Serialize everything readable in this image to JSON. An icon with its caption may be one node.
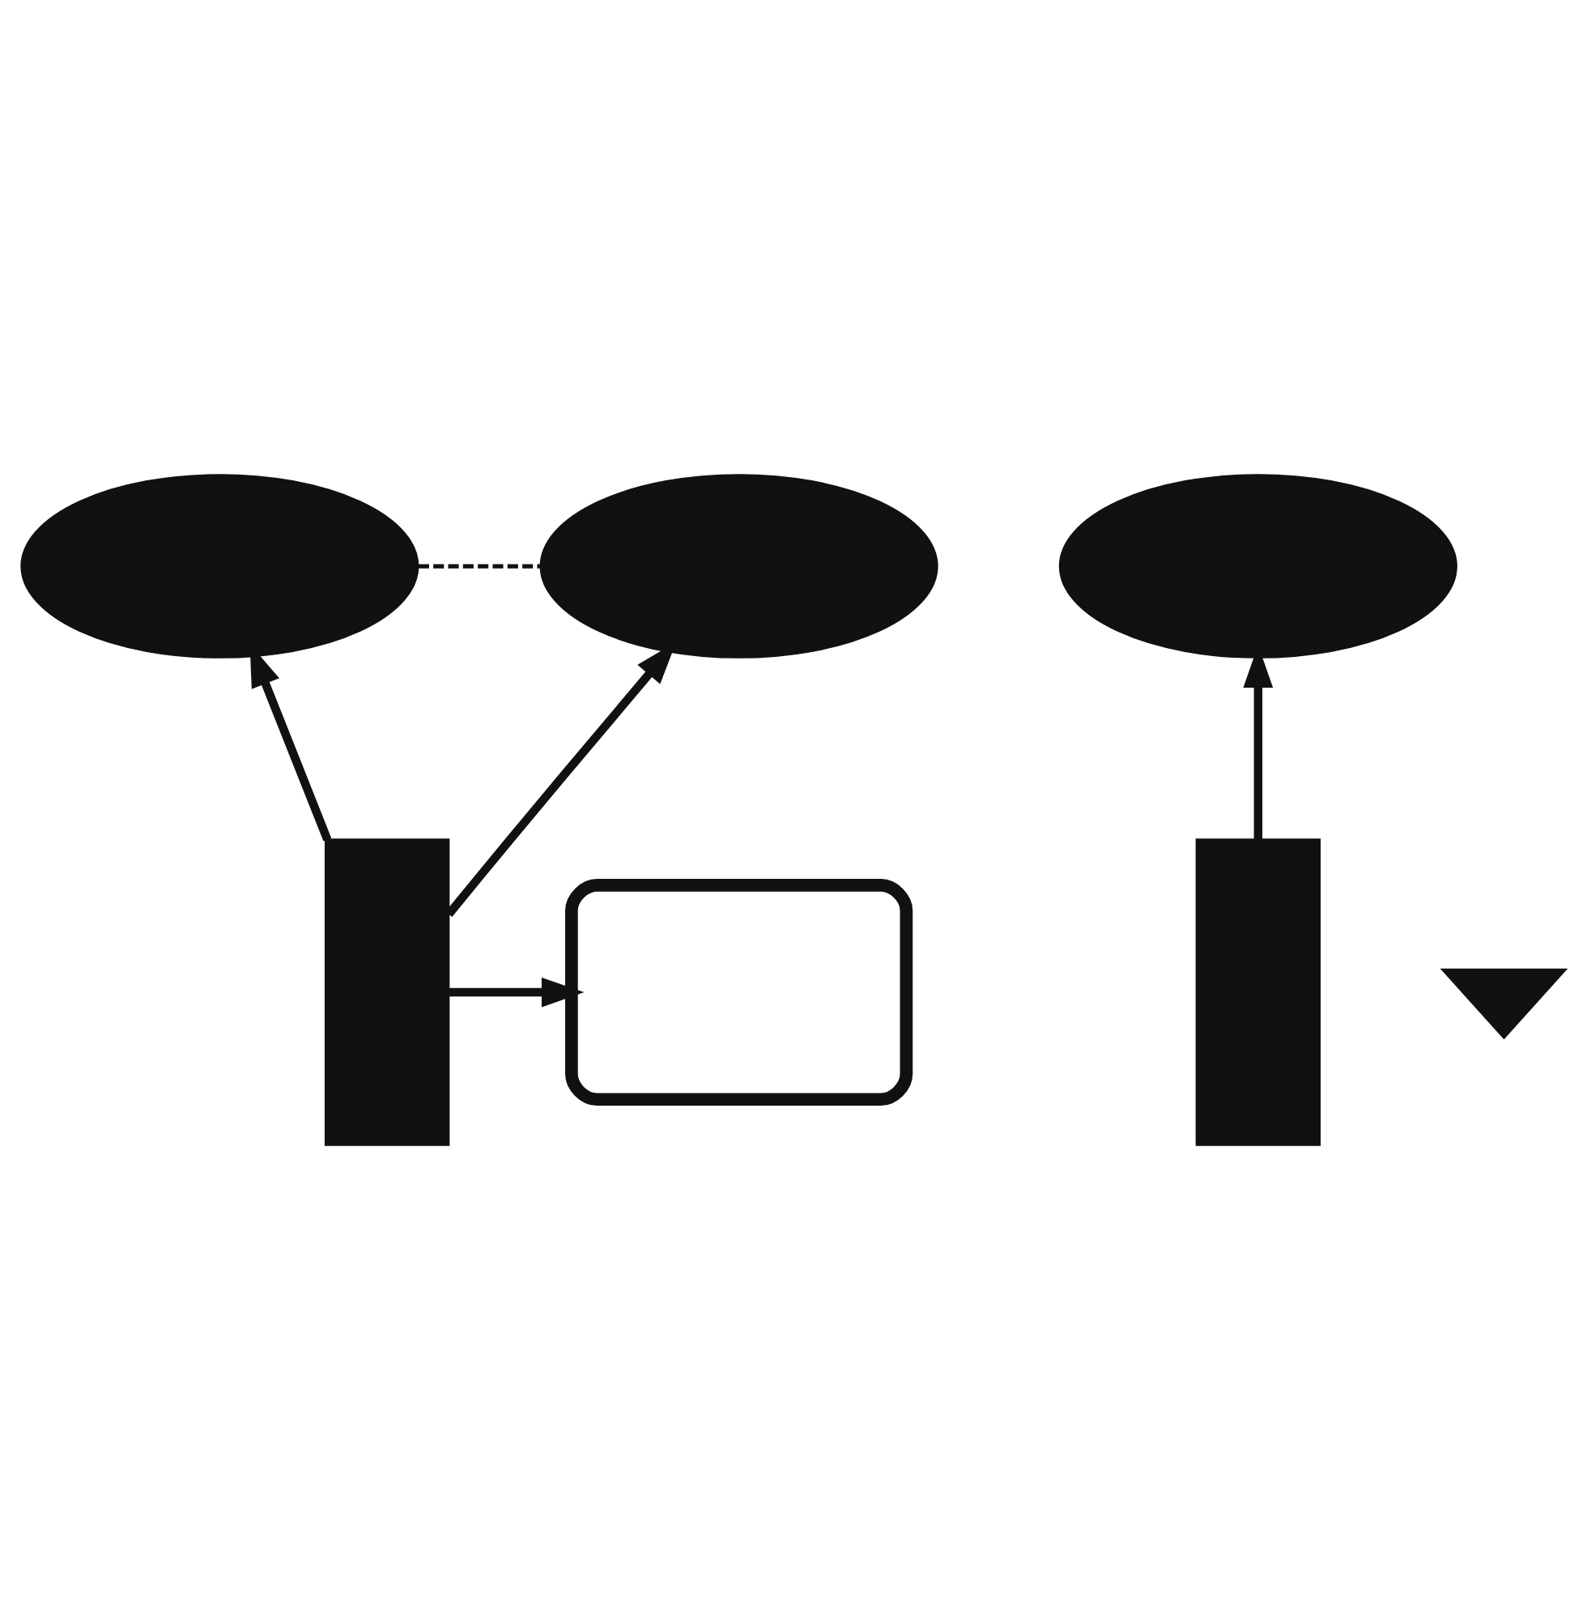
{
  "diagram": {
    "nodes": [
      {
        "text": [],
        "shape": "cloud"
      },
      {
        "text": [],
        "shape": "cloud"
      },
      {
        "text": [],
        "shape": "cloud"
      },
      {
        "text": [],
        "shape": "laptop"
      },
      {
        "text": [],
        "shape": "wifi"
      },
      {
        "text": [],
        "shape": "server"
      },
      {
        "text": [],
        "shape": "server"
      }
    ],
    "edges": [
      {
        "from": 5,
        "to": 0,
        "arrow": "to"
      },
      {
        "from": 5,
        "to": 1,
        "arrow": "to"
      },
      {
        "from": 0,
        "to": 1,
        "arrow": "none",
        "style": "dashed"
      },
      {
        "from": 5,
        "to": 3,
        "arrow": "to"
      },
      {
        "from": 6,
        "to": 2,
        "arrow": "to"
      }
    ]
  }
}
